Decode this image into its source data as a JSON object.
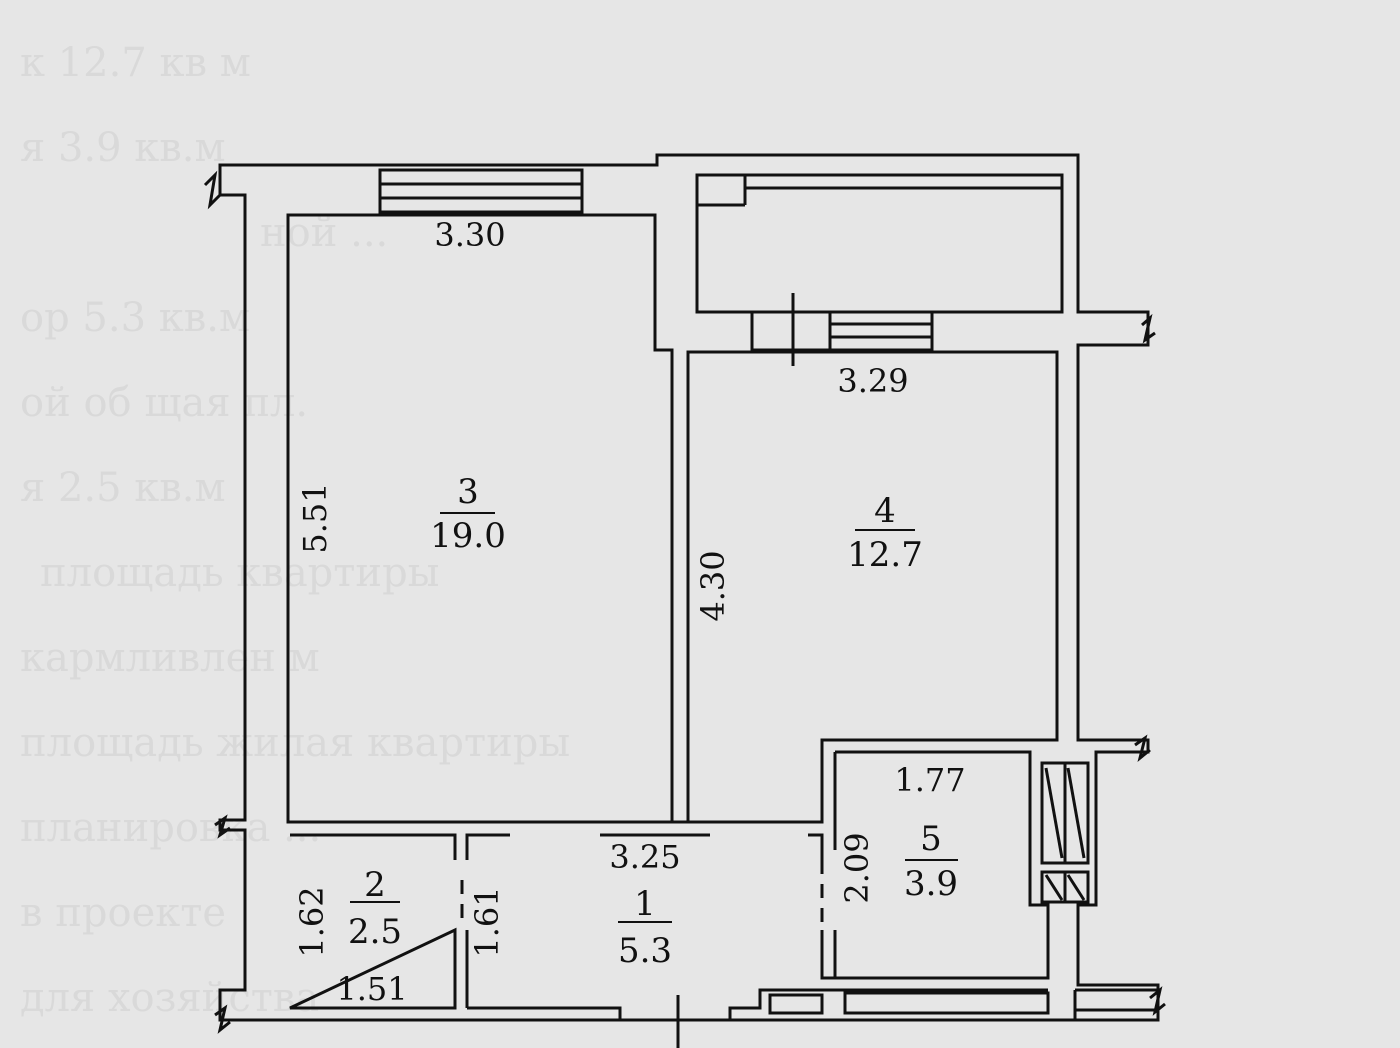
{
  "background_text": [
    "к  12.7 кв м",
    "я  3.9 кв.м",
    "ной ...",
    "ор  5.3 кв.м",
    "ой об щая пл.",
    "я  2.5  кв.м",
    "площадь квартиры  ",
    "кармливлен   м",
    "площадь жилая квартиры",
    "планировка ...",
    "в проекте",
    "для хозяйства"
  ],
  "rooms": [
    {
      "number": "1",
      "area": "5.3"
    },
    {
      "number": "2",
      "area": "2.5"
    },
    {
      "number": "3",
      "area": "19.0"
    },
    {
      "number": "4",
      "area": "12.7"
    },
    {
      "number": "5",
      "area": "3.9"
    }
  ],
  "dimensions": {
    "room3_top": "3.30",
    "room3_left": "5.51",
    "room4_top": "3.29",
    "room4_left": "4.30",
    "corridor_top": "3.25",
    "room2_left": "1.62",
    "room2_right": "1.61",
    "room2_bottom": "1.51",
    "room5_top": "1.77",
    "room5_left": "2.09"
  },
  "colors": {
    "wall": "#111111",
    "paper": "#e6e6e6"
  }
}
